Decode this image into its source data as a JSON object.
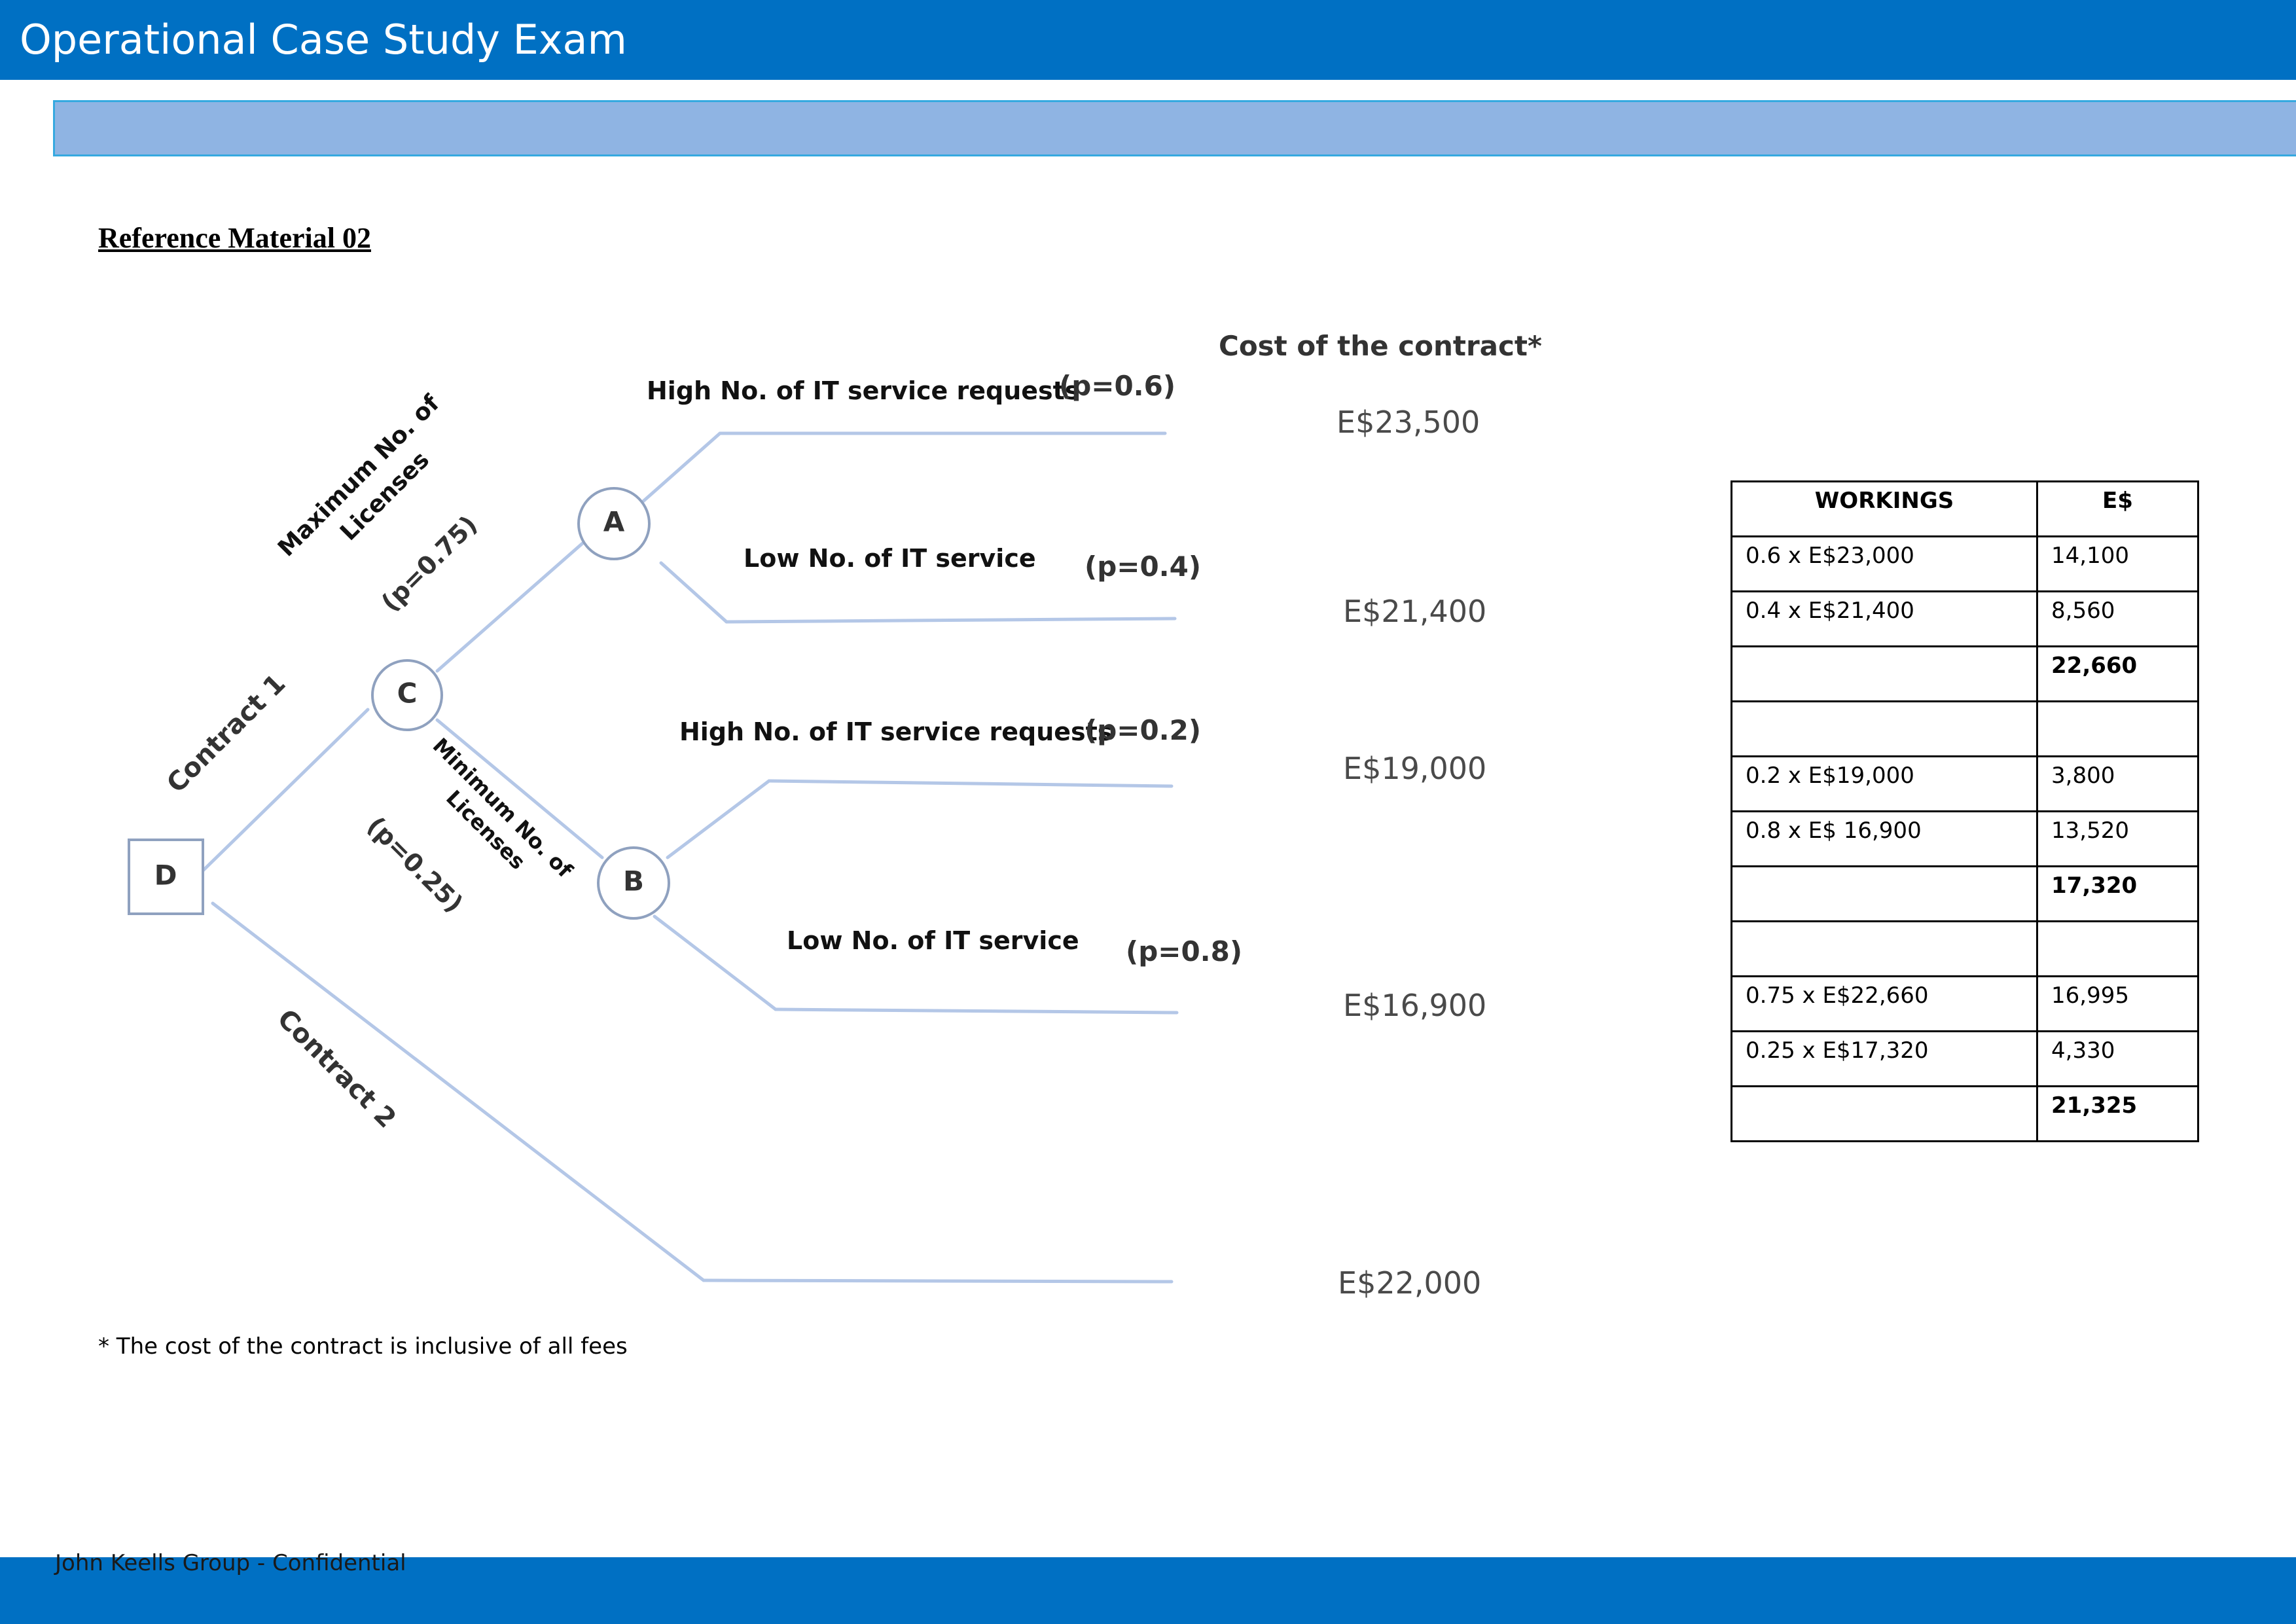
{
  "header": {
    "title": "Operational Case Study Exam"
  },
  "reference": {
    "title": "Reference Material 02"
  },
  "tree": {
    "cost_header": "Cost of the contract*",
    "nodes": {
      "decision": "D",
      "chance_c": "C",
      "chance_a": "A",
      "chance_b": "B"
    },
    "branches": {
      "contract1": "Contract 1",
      "contract2": "Contract 2",
      "max_licenses": "Maximum No. of Licenses",
      "max_licenses_line1": "Maximum No. of",
      "max_licenses_line2": "Licenses",
      "max_licenses_p": "(p=0.75)",
      "min_licenses": "Minimum No. of Licenses",
      "min_licenses_line1": "Minimum No. of",
      "min_licenses_line2": "Licenses",
      "min_licenses_p": "(p=0.25)",
      "a_high": "High No. of IT service requests",
      "a_high_p": "(p=0.6)",
      "a_low": "Low No. of IT service",
      "a_low_p": "(p=0.4)",
      "b_high": "High No. of IT service requests",
      "b_high_p": "(p=0.2)",
      "b_low": "Low No. of IT service",
      "b_low_p": "(p=0.8)"
    },
    "costs": {
      "a_high": "E$23,500",
      "a_low": "E$21,400",
      "b_high": "E$19,000",
      "b_low": "E$16,900",
      "contract2": "E$22,000"
    },
    "line_color": "#b4c7e7"
  },
  "workings": {
    "headers": [
      "WORKINGS",
      "E$"
    ],
    "rows": [
      {
        "label": "0.6 x E$23,000",
        "value": "14,100",
        "bold": false
      },
      {
        "label": "0.4 x E$21,400",
        "value": "8,560",
        "bold": false
      },
      {
        "label": "",
        "value": "22,660",
        "bold": true
      },
      {
        "label": "",
        "value": "",
        "bold": false
      },
      {
        "label": "0.2 x E$19,000",
        "value": "3,800",
        "bold": false
      },
      {
        "label": "0.8 x E$ 16,900",
        "value": "13,520",
        "bold": false
      },
      {
        "label": "",
        "value": "17,320",
        "bold": true
      },
      {
        "label": "",
        "value": "",
        "bold": false
      },
      {
        "label": "0.75 x E$22,660",
        "value": "16,995",
        "bold": false
      },
      {
        "label": "0.25 x E$17,320",
        "value": "4,330",
        "bold": false
      },
      {
        "label": "",
        "value": "21,325",
        "bold": true
      }
    ]
  },
  "footnote": "* The cost of the contract is inclusive of all fees",
  "footer": {
    "text": "John Keells Group - Confidential"
  },
  "colors": {
    "brand_blue": "#0070c3",
    "sub_bar": "#8fb4e3",
    "sub_bar_border": "#35a9e0"
  }
}
